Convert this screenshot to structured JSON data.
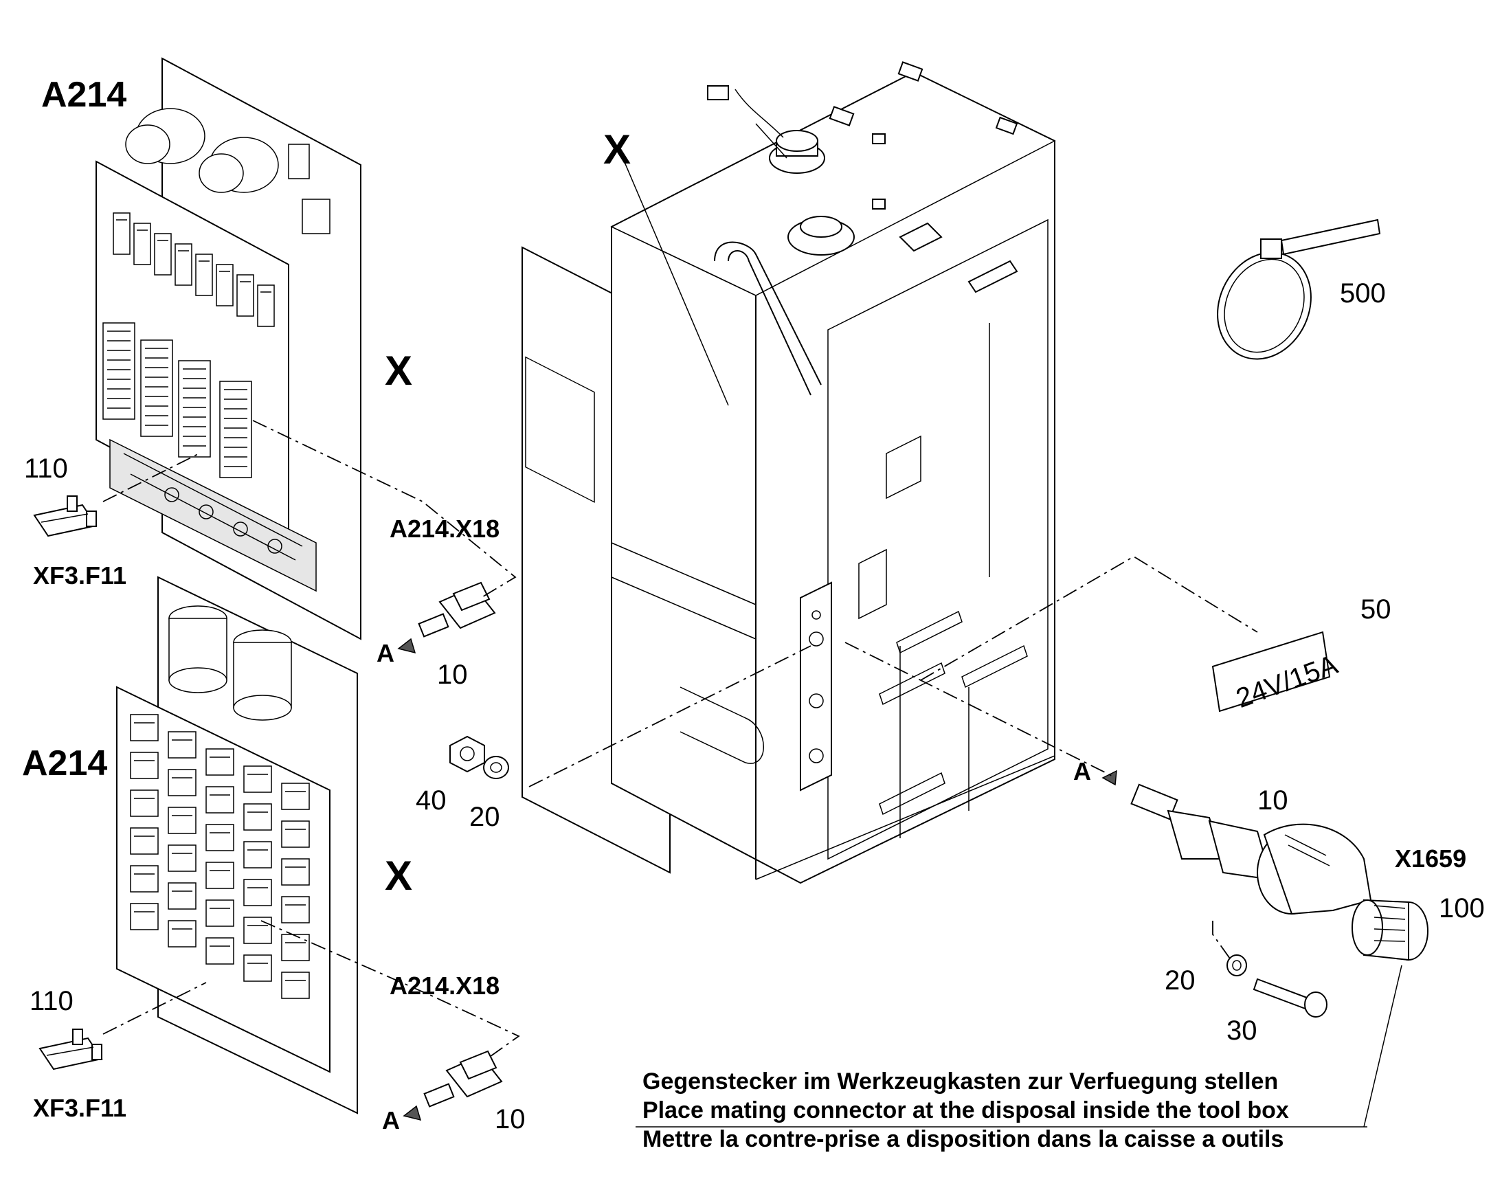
{
  "labels": {
    "board_top_title": "A214",
    "board_bottom_title": "A214",
    "x_top": "X",
    "x_bottom": "X",
    "x_box": "X",
    "fuse_top_num": "110",
    "fuse_top_ref": "XF3.F11",
    "fuse_bottom_num": "110",
    "fuse_bottom_ref": "XF3.F11",
    "conn_top_ref": "A214.X18",
    "conn_bottom_ref": "A214.X18",
    "arrow_a_top": "A",
    "arrow_a_bottom": "A",
    "arrow_a_socket": "A",
    "plug_top_num": "10",
    "plug_bottom_num": "10",
    "socket_num": "10",
    "nut_num": "40",
    "washer_left_num": "20",
    "washer_right_num": "20",
    "screw_num": "30",
    "cap_num": "100",
    "socket_ref": "X1659",
    "tie_num": "500",
    "plate_num": "50",
    "plate_text": "24V/15A"
  },
  "note": {
    "line_de": "Gegenstecker im Werkzeugkasten zur Verfuegung stellen",
    "line_en": "Place mating connector at the disposal inside the tool box",
    "line_fr": "Mettre la contre-prise a disposition dans la caisse a outils"
  }
}
